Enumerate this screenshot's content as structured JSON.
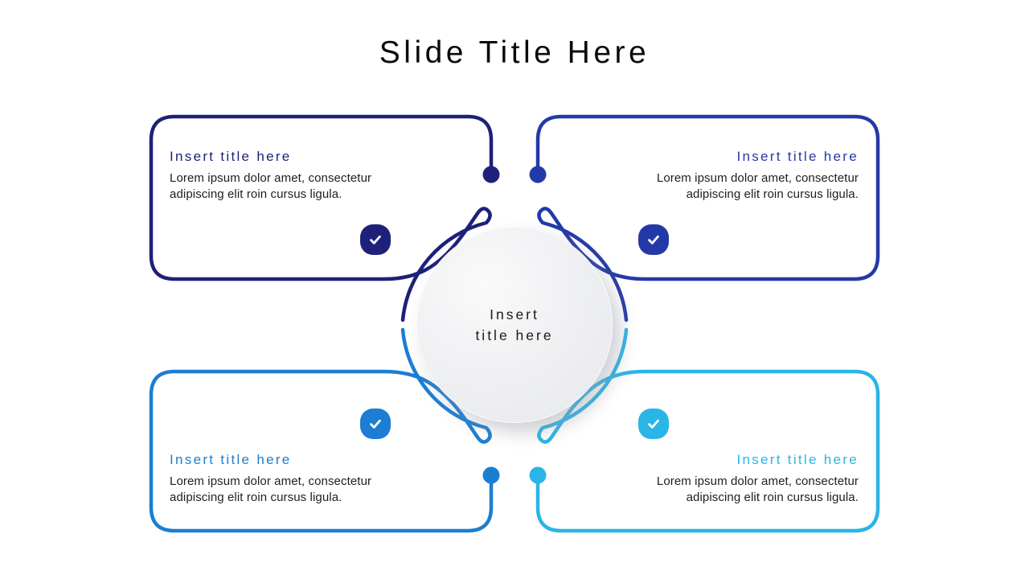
{
  "slide": {
    "title": "Slide Title Here",
    "background": "#ffffff"
  },
  "center_circle": {
    "line1": "Insert",
    "line2": "title here",
    "fill": "#ededef"
  },
  "cards": {
    "top_left": {
      "title": "Insert title here",
      "body_line1": "Lorem ipsum dolor amet, consectetur",
      "body_line2": "adipiscing elit roin cursus ligula.",
      "accent": "#1e2179",
      "icon": "check"
    },
    "top_right": {
      "title": "Insert title here",
      "body_line1": "Lorem ipsum dolor amet, consectetur",
      "body_line2": "adipiscing elit roin cursus ligula.",
      "accent": "#2439a8",
      "icon": "check"
    },
    "bottom_left": {
      "title": "Insert title here",
      "body_line1": "Lorem ipsum dolor amet, consectetur",
      "body_line2": "adipiscing elit roin cursus ligula.",
      "accent": "#1b7ed2",
      "icon": "check"
    },
    "bottom_right": {
      "title": "Insert title here",
      "body_line1": "Lorem ipsum dolor amet, consectetur",
      "body_line2": "adipiscing elit roin cursus ligula.",
      "accent": "#29b5e6",
      "icon": "check"
    }
  }
}
